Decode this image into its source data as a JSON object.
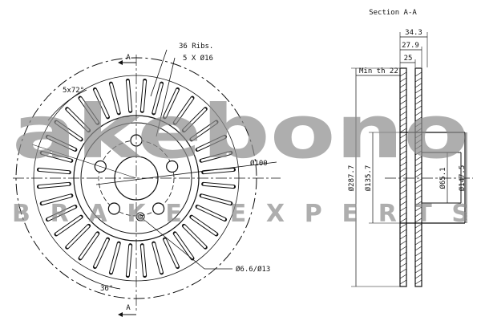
{
  "drawing": {
    "section_title": "Section A-A",
    "rib_count": "36 Ribs.",
    "bolt_holes": "5 X Ø16",
    "bolt_angle": "5x72°",
    "rib_angle": "36°",
    "pcd": "Ø100",
    "small_holes": "Ø6.6/Ø13",
    "section_marker_top": "A",
    "section_marker_bottom": "A",
    "min_thickness": "Min th 22",
    "dim_overall_width": "34.3",
    "dim_hat_height": "27.9",
    "dim_thickness": "25",
    "dim_outer_diameter": "Ø287.7",
    "dim_hat_diameter": "Ø135.7",
    "dim_center_bore": "Ø65.1",
    "dim_inner_hat": "Ø147.5"
  },
  "watermark": {
    "brand": "akebono",
    "tagline": "BRAKE EXPERTS"
  },
  "colors": {
    "line": "#111111",
    "watermark": "#8c8c8c"
  }
}
